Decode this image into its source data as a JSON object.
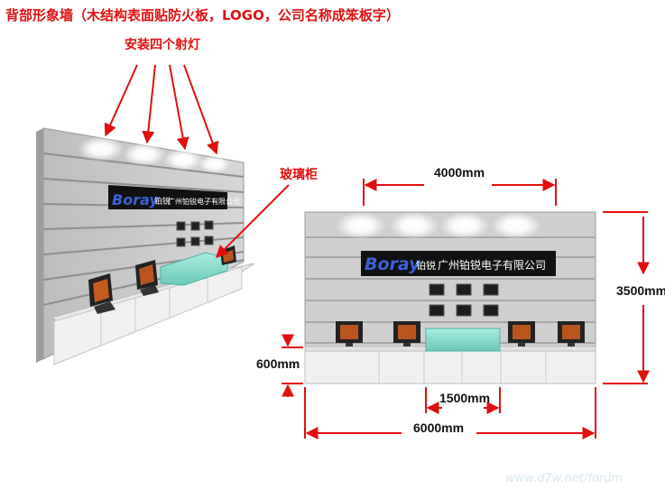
{
  "annotations": {
    "title": "背部形象墙（木结构表面贴防火板，LOGO，公司名称成笨板字）",
    "spotlights": "安装四个射灯",
    "glass_cabinet": "玻璃柜"
  },
  "brand": {
    "logo_text": "Boray",
    "logo_cn": "铂锐",
    "company_name": "广州铂锐电子有限公司"
  },
  "dimensions": {
    "width_top": "4000mm",
    "height_right": "3500mm",
    "counter_height": "600mm",
    "cabinet_width": "1500mm",
    "total_width": "6000mm"
  },
  "watermark": "www.d7w.net/forum",
  "colors": {
    "annotation_red": "#e01010",
    "wall_gray": "#cfcfcf",
    "sign_black": "#111111",
    "logo_blue": "#3a62d8",
    "glass_cyan": "#7fd9c9"
  }
}
